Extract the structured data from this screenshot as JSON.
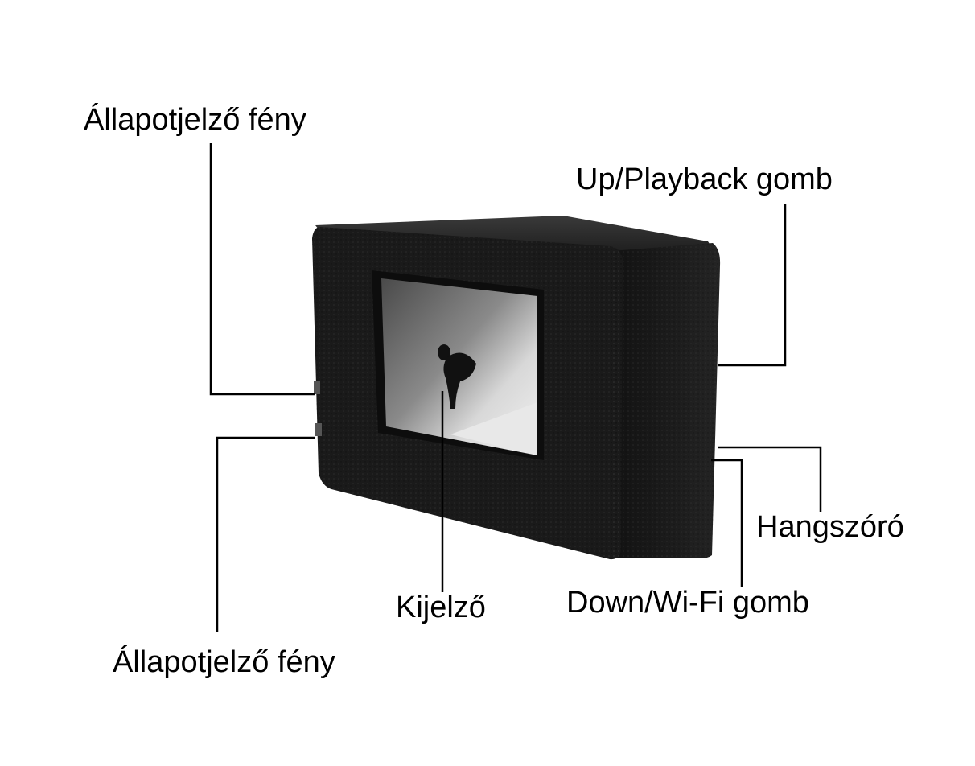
{
  "diagram": {
    "colors": {
      "background": "#ffffff",
      "line": "#000000",
      "camera_body": "#1a1a1a",
      "camera_edge": "#2c2c2c",
      "screen_frame": "#0d0d0d",
      "screen_dark": "#555555",
      "screen_light": "#e8e8e8"
    },
    "labels": {
      "status_light_top": "Állapotjelző fény",
      "up_playback_button": "Up/Playback gomb",
      "speaker": "Hangszóró",
      "down_wifi_button": "Down/Wi-Fi gomb",
      "display": "Kijelző",
      "status_light_bottom": "Állapotjelző fény"
    }
  }
}
